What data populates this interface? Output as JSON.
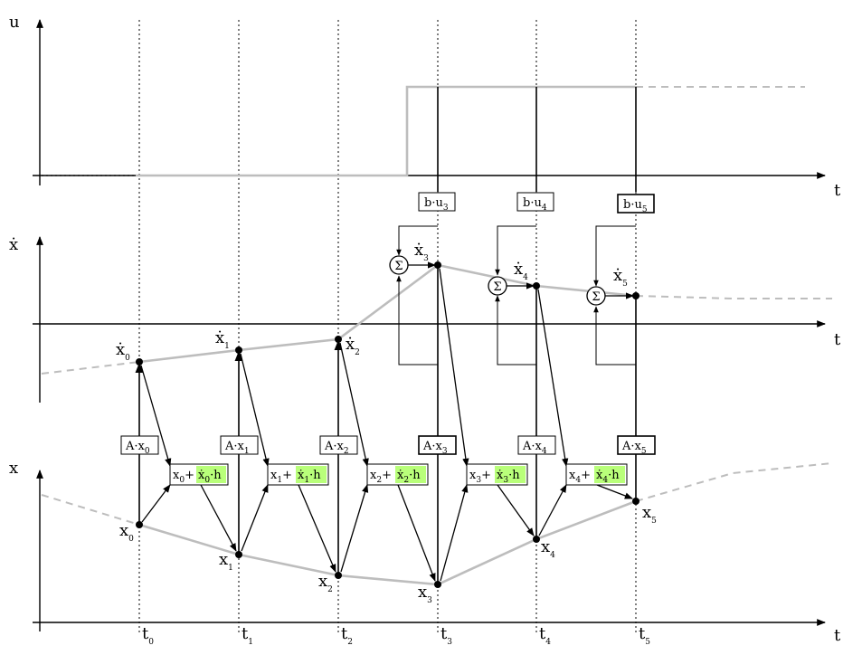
{
  "axes": {
    "u_label": "u",
    "xdot_label": "ẋ",
    "x_label": "x",
    "t_label": "t"
  },
  "times": [
    "t0",
    "t1",
    "t2",
    "t3",
    "t4",
    "t5"
  ],
  "time_labels": [
    {
      "base": "t",
      "sub": "0"
    },
    {
      "base": "t",
      "sub": "1"
    },
    {
      "base": "t",
      "sub": "2"
    },
    {
      "base": "t",
      "sub": "3"
    },
    {
      "base": "t",
      "sub": "4"
    },
    {
      "base": "t",
      "sub": "5"
    }
  ],
  "x_points": [
    {
      "base": "x",
      "sub": "0"
    },
    {
      "base": "x",
      "sub": "1"
    },
    {
      "base": "x",
      "sub": "2"
    },
    {
      "base": "x",
      "sub": "3"
    },
    {
      "base": "x",
      "sub": "4"
    },
    {
      "base": "x",
      "sub": "5"
    }
  ],
  "xdot_points": [
    {
      "base": "ẋ",
      "sub": "0"
    },
    {
      "base": "ẋ",
      "sub": "1"
    },
    {
      "base": "ẋ",
      "sub": "2"
    },
    {
      "base": "ẋ",
      "sub": "3"
    },
    {
      "base": "ẋ",
      "sub": "4"
    },
    {
      "base": "ẋ",
      "sub": "5"
    }
  ],
  "ax_boxes": [
    {
      "pre": "A·x",
      "sub": "0"
    },
    {
      "pre": "A·x",
      "sub": "1"
    },
    {
      "pre": "A·x",
      "sub": "2"
    },
    {
      "pre": "A·x",
      "sub": "3"
    },
    {
      "pre": "A·x",
      "sub": "4"
    },
    {
      "pre": "A·x",
      "sub": "5"
    }
  ],
  "update_boxes": [
    {
      "x": "x",
      "sub": "0",
      "plus": "+",
      "xd": "ẋ",
      "xdsub": "0",
      "tail": "·h"
    },
    {
      "x": "x",
      "sub": "1",
      "plus": "+",
      "xd": "ẋ",
      "xdsub": "1",
      "tail": "·h"
    },
    {
      "x": "x",
      "sub": "2",
      "plus": "+",
      "xd": "ẋ",
      "xdsub": "2",
      "tail": "·h"
    },
    {
      "x": "x",
      "sub": "3",
      "plus": "+",
      "xd": "ẋ",
      "xdsub": "3",
      "tail": "·h"
    },
    {
      "x": "x",
      "sub": "4",
      "plus": "+",
      "xd": "ẋ",
      "xdsub": "4",
      "tail": "·h"
    }
  ],
  "bu_boxes": [
    {
      "pre": "b·u",
      "sub": "3"
    },
    {
      "pre": "b·u",
      "sub": "4"
    },
    {
      "pre": "b·u",
      "sub": "5"
    }
  ],
  "sum_symbol": "Σ",
  "colors": {
    "trajectory": "#bdbdbd",
    "highlight": "#b9ff7a",
    "ink": "#000000"
  }
}
